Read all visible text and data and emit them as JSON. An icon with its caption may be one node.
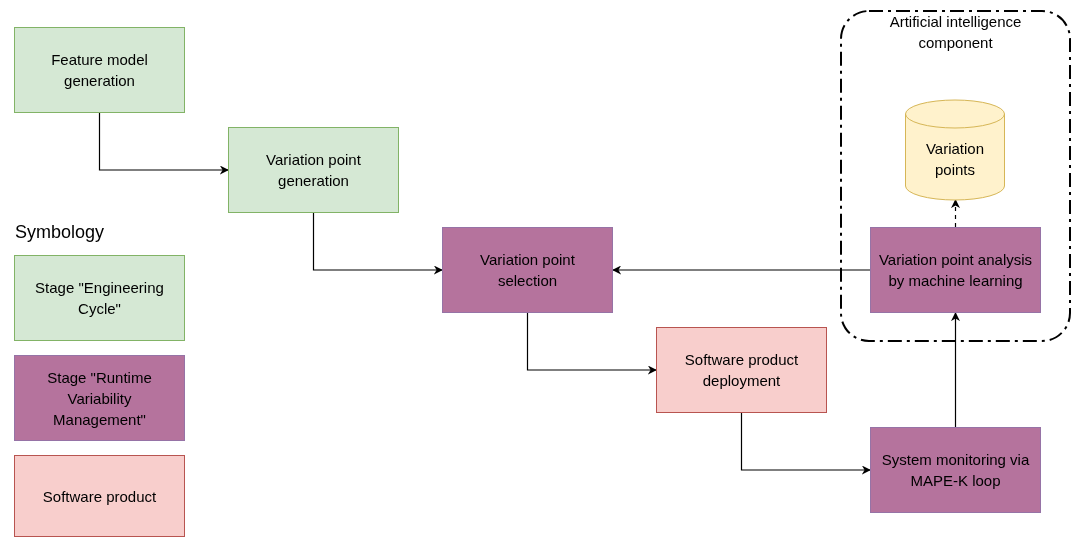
{
  "diagram": {
    "nodes": [
      {
        "text": [
          "Feature model generation"
        ]
      },
      {
        "text": [
          "Variation point generation"
        ]
      },
      {
        "text": [
          "Stage \"Engineering Cycle\""
        ]
      },
      {
        "text": [
          "Variation point selection"
        ]
      },
      {
        "text": [
          "Stage \"Runtime Variability Management\""
        ]
      },
      {
        "text": [
          "Software product deployment"
        ]
      },
      {
        "text": [
          "Software product"
        ]
      },
      {
        "text": [
          "Artificial intelligence component"
        ]
      },
      {
        "text": [
          "Variation points"
        ],
        "in": 7
      },
      {
        "text": [
          "Variation point analysis by machine learning"
        ],
        "in": 7
      },
      {
        "text": [
          "System monitoring via MAPE-K loop"
        ]
      }
    ],
    "edges": [
      {
        "from": 0,
        "to": 1,
        "arrow": "to"
      },
      {
        "from": 1,
        "to": 3,
        "arrow": "to"
      },
      {
        "from": 3,
        "to": 5,
        "arrow": "to"
      },
      {
        "from": 5,
        "to": 10,
        "arrow": "to"
      },
      {
        "from": 10,
        "to": 9,
        "arrow": "to"
      },
      {
        "from": 9,
        "to": 3,
        "arrow": "to"
      },
      {
        "from": 9,
        "to": 8,
        "arrow": "to",
        "style": "dashed"
      }
    ],
    "labels": [
      "Symbology"
    ]
  }
}
